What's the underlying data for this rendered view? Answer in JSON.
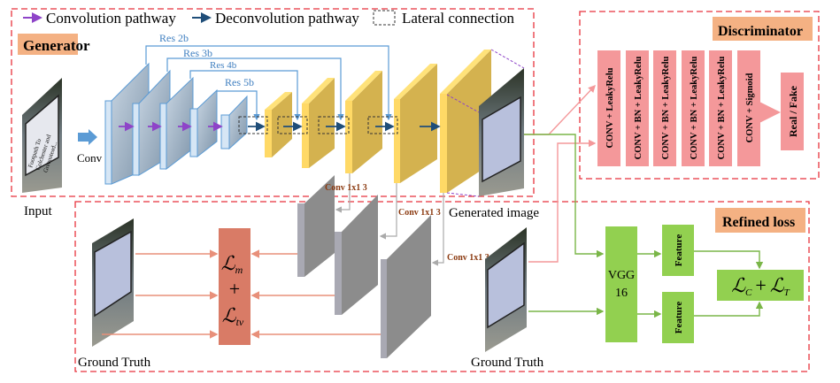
{
  "legend": {
    "conv": "Convolution pathway",
    "deconv": "Deconvolution pathway",
    "lateral": "Lateral connection"
  },
  "generator": {
    "title": "Generator",
    "conv_label": "Conv",
    "res": [
      "Res 2b",
      "Res 3b",
      "Res 4b",
      "Res 5b"
    ],
    "conv1x1": [
      "Conv 1x1 3",
      "Conv 1x1 3",
      "Conv 1x1 3"
    ],
    "input_label": "Input",
    "output_label": "Generated image",
    "sign_text": [
      "Footpath To",
      "Colchester and",
      "Greenstead..."
    ]
  },
  "discriminator": {
    "title": "Discriminator",
    "layers": [
      "CONV + LeakyRelu",
      "CONV + BN + LeakyRelu",
      "CONV + BN + LeakyRelu",
      "CONV + BN + LeakyRelu",
      "CONV + BN + LeakyRelu",
      "CONV + Sigmoid"
    ],
    "output": "Real / Fake"
  },
  "loss": {
    "left": {
      "l1": "ℒ",
      "s1": "m",
      "plus": "+",
      "l2": "ℒ",
      "s2": "tv"
    },
    "gt_label_1": "Ground Truth",
    "gt_label_2": "Ground Truth",
    "refined_title": "Refined loss",
    "vgg": [
      "VGG",
      "16"
    ],
    "feature": [
      "Feature",
      "Feature"
    ],
    "right": {
      "l1": "ℒ",
      "s1": "C",
      "plus": "+",
      "l2": "ℒ",
      "s2": "T"
    }
  },
  "colors": {
    "dashed_border": "#e8323c",
    "label_box": "#f4b183",
    "encoder": "#9fb4c8",
    "decoder": "#e8c15a",
    "gray_block": "#8c8c8c",
    "disc_block": "#f4989a",
    "loss_box": "#d97b66",
    "green": "#92d050",
    "conv_arrow": "#8e44c8",
    "deconv_arrow": "#1f4e79",
    "res_line": "#5b9bd5",
    "conv1x1_text": "#8b3a10"
  }
}
